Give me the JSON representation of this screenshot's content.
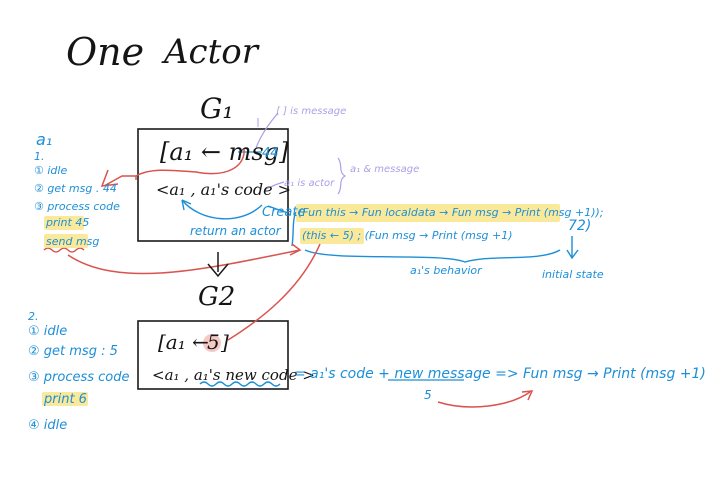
{
  "title": {
    "one": "One",
    "actor": "Actor"
  },
  "g1_label": "G₁",
  "g2_label": "G2",
  "left_notes_1": {
    "actor": "a₁",
    "num": "1.",
    "step1": "① idle",
    "step2": "② get msg . 44",
    "step3": "③ process code",
    "print": "print 45",
    "send": "send msg"
  },
  "left_notes_2": {
    "num": "2.",
    "step1": "① idle",
    "step2": "② get msg : 5",
    "step3": "③ process code",
    "print": "print 6",
    "step4": "④ idle"
  },
  "box1": {
    "msg": "[a₁ ← msg]",
    "msg_value": "44",
    "code": "<a₁ , a₁'s code >"
  },
  "box2": {
    "msg_prefix": "[a₁ ←",
    "msg_value": "5",
    "msg_suffix": "]",
    "code_prefix": "<a₁ , ",
    "code_new": "a₁'s new code",
    "code_suffix": " >"
  },
  "annotations": {
    "message_note": "[ ] is message",
    "actor_note": "a₁ is actor",
    "brace_note": "a₁ & message",
    "create": "Create",
    "return_actor": "return an actor",
    "create_line1": "(Fun this → Fun localdata → Fun msg → Print (msg +1));",
    "create_line2": "(this ← 5) ; (Fun msg → Print (msg +1)",
    "count": "72)",
    "behavior": "a₁'s behavior",
    "initial_state": "initial state",
    "equation_prefix": "= a₁'s code + ",
    "equation_new": "new message",
    "equation_suffix": " => Fun msg → Print (msg +1)",
    "five": "5"
  }
}
